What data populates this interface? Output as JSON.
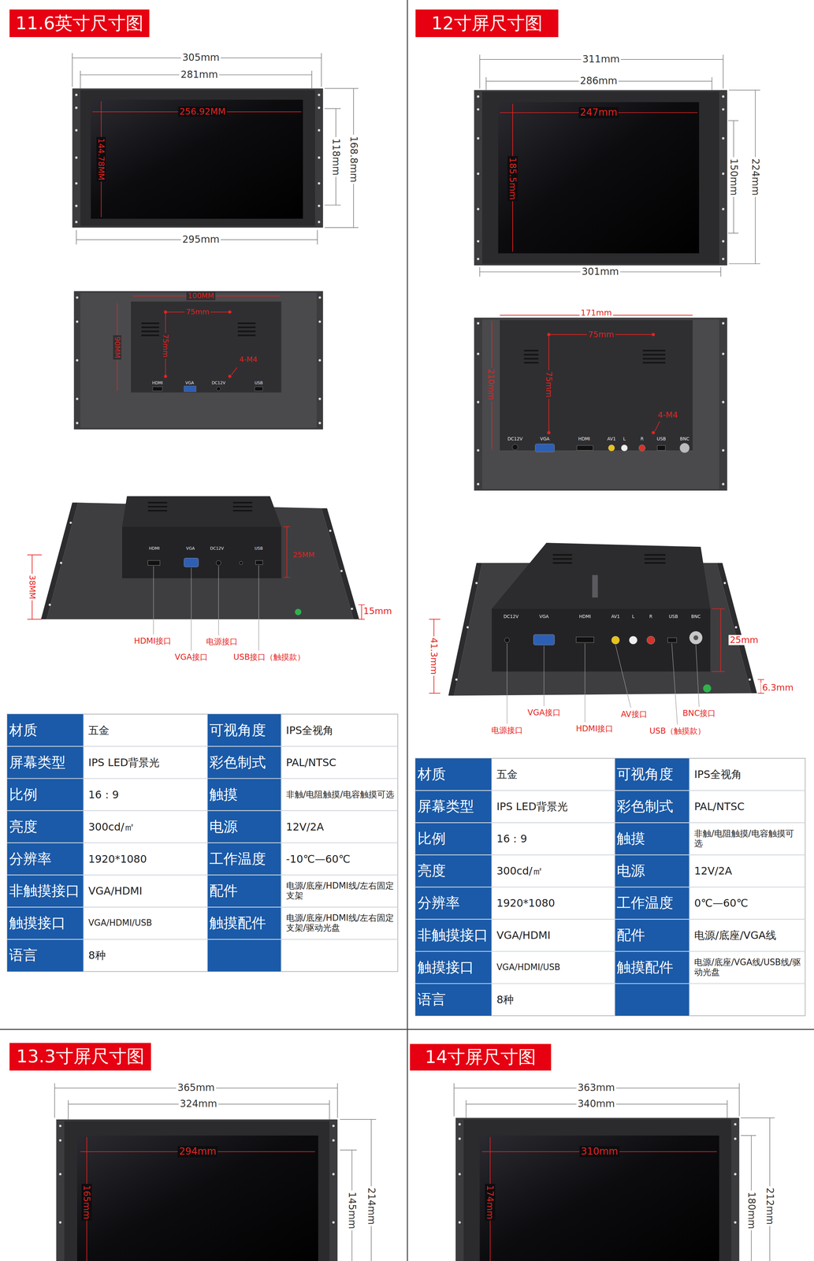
{
  "diagram": {
    "nodes": [
      {
        "text": [
          "11.6英寸尺寸图"
        ]
      },
      {
        "text": [
          "12寸屏尺寸图"
        ]
      },
      {
        "text": [
          "13.3寸屏尺寸图"
        ]
      },
      {
        "text": [
          "14寸屏尺寸图"
        ]
      }
    ],
    "labels": [
      "305mm",
      "281mm",
      "256.92MM",
      "144.78MM",
      "118mm",
      "168.8mm",
      "295mm",
      "100MM",
      "75mm",
      "90MM",
      "75mm",
      "4-M4",
      "HDMI",
      "VGA",
      "DC12V",
      "USB",
      "HDMI",
      "VGA",
      "DC12V",
      "USB",
      "38MM",
      "25MM",
      "15mm",
      "HDMI接口",
      "电源接口",
      "VGA接口",
      "USB接口（触摸款）",
      "材质",
      "五金",
      "可视角度",
      "IPS全视角",
      "屏幕类型",
      "IPS LED背景光",
      "彩色制式",
      "PAL/NTSC",
      "比例",
      "16：9",
      "触摸",
      "非触/电阻触摸/电容触摸可选",
      "亮度",
      "300cd/㎡",
      "电源",
      "12V/2A",
      "分辨率",
      "1920*1080",
      "工作温度",
      "-10℃—60℃",
      "非触摸接口",
      "VGA/HDMI",
      "配件",
      "电源/底座/HDMI线/左右固定支架",
      "触摸接口",
      "VGA/HDMI/USB",
      "触摸配件",
      "电源/底座/HDMI线/左右固定支架/驱动光盘",
      "语言",
      "8种",
      "311mm",
      "286mm",
      "247mm",
      "185.5mm",
      "150mm",
      "224mm",
      "301mm",
      "171mm",
      "75mm",
      "210mm",
      "75mm",
      "4-M4",
      "DC12V",
      "VGA",
      "HDMI",
      "AV1",
      "L",
      "R",
      "USB",
      "BNC",
      "DC12V",
      "VGA",
      "HDMI",
      "AV1",
      "L",
      "R",
      "USB",
      "BNC",
      "41.3mm",
      "25mm",
      "6.3mm",
      "VGA接口",
      "电源接口",
      "HDMI接口",
      "AV接口",
      "USB（触摸款）",
      "BNC接口",
      "材质",
      "五金",
      "可视角度",
      "IPS全视角",
      "屏幕类型",
      "IPS LED背景光",
      "彩色制式",
      "PAL/NTSC",
      "比例",
      "16：9",
      "触摸",
      "非触/电阻触摸/电容触摸可选",
      "亮度",
      "300cd/㎡",
      "电源",
      "12V/2A",
      "分辨率",
      "1920*1080",
      "工作温度",
      "0℃—60℃",
      "非触摸接口",
      "VGA/HDMI",
      "配件",
      "电源/底座/VGA线",
      "触摸接口",
      "VGA/HDMI/USB",
      "触摸配件",
      "电源/底座/VGA线/USB线/驱动光盘",
      "语言",
      "8种",
      "365mm",
      "324mm",
      "294mm",
      "165mm",
      "145mm",
      "214mm",
      "363mm",
      "340mm",
      "310mm",
      "174mm",
      "180mm",
      "212mm"
    ]
  }
}
